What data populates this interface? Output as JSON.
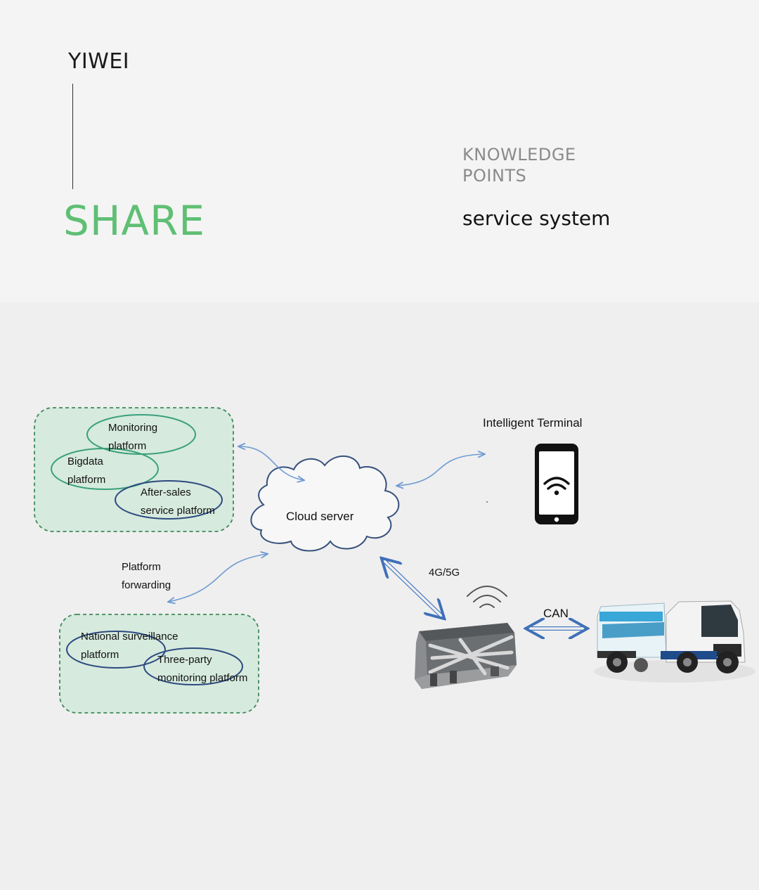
{
  "header": {
    "brand": "YIWEI",
    "share": "SHARE",
    "kp_line1": "KNOWLEDGE",
    "kp_line2": "POINTS",
    "subtitle": "service system"
  },
  "diagram": {
    "group_top": {
      "monitoring_l1": "Monitoring",
      "monitoring_l2": "platform",
      "bigdata_l1": "Bigdata",
      "bigdata_l2": "platform",
      "aftersales_l1": "After-sales",
      "aftersales_l2": "service platform"
    },
    "group_bottom": {
      "national_l1": "National surveillance",
      "national_l2": "platform",
      "three_l1": "Three-party",
      "three_l2": "monitoring platform"
    },
    "cloud": "Cloud server",
    "forward_l1": "Platform",
    "forward_l2": "forwarding",
    "terminal": "Intelligent Terminal",
    "network": "4G/5G",
    "bus": "CAN",
    "icons": [
      "phone-wifi-icon",
      "telematics-box-icon",
      "wireless-signal-icon",
      "sweeper-truck-icon"
    ],
    "colors": {
      "brand_green": "#5fbf74",
      "group_fill": "#d6eade",
      "group_border": "#3f8a5b",
      "arrow_blue": "#6f9bd3",
      "ellipse_green": "#3aa07a",
      "ellipse_navy": "#2c4a7e"
    }
  }
}
